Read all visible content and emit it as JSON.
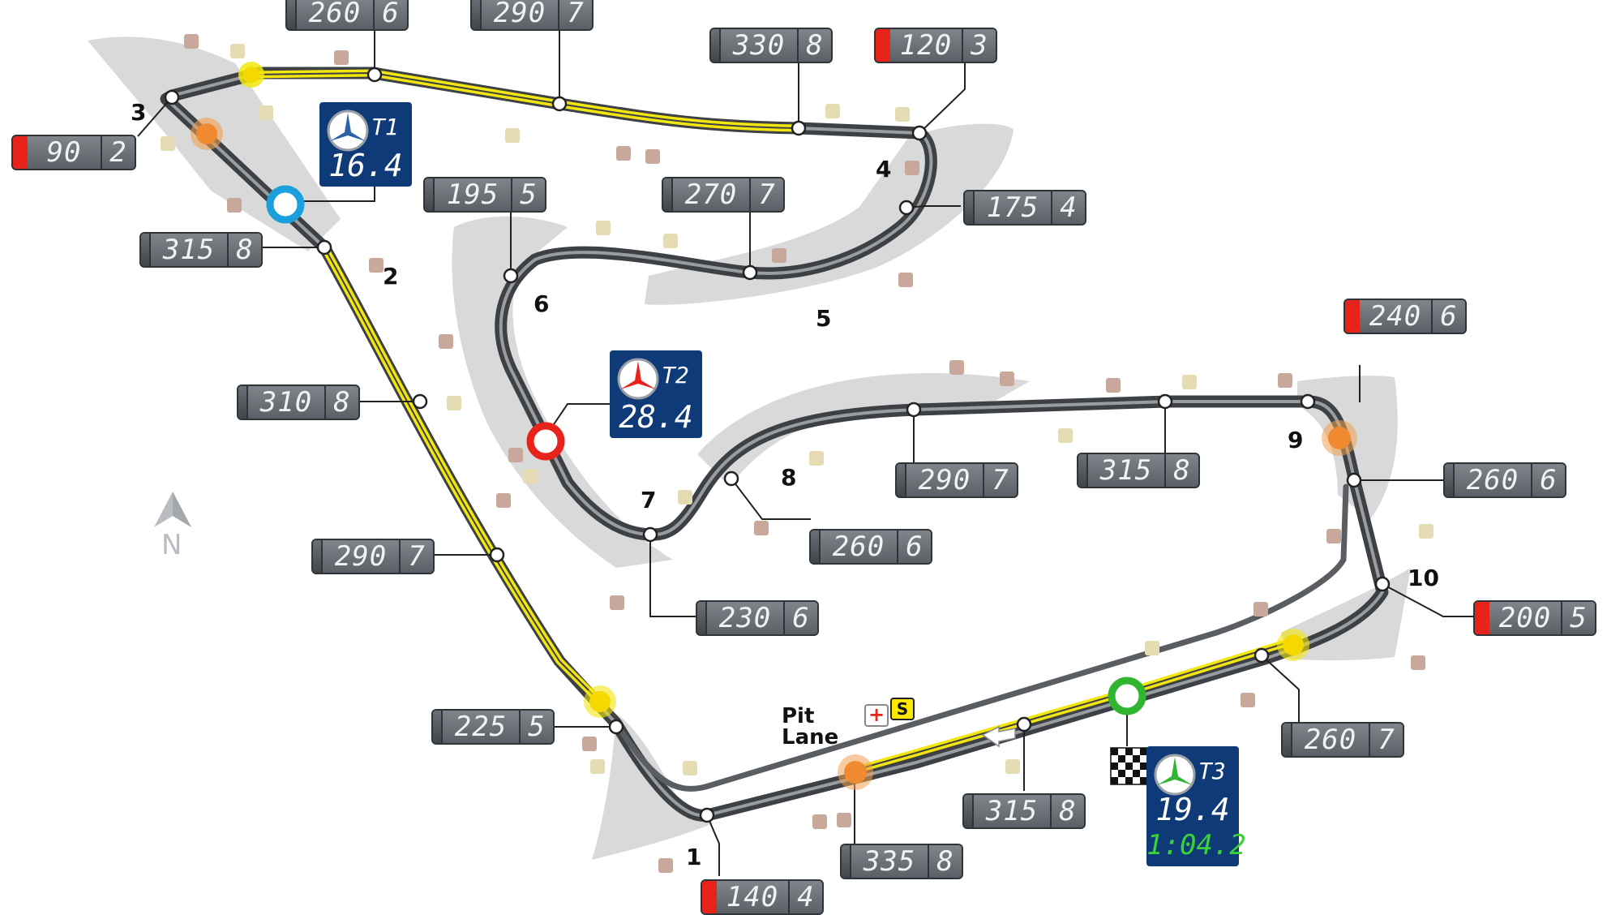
{
  "colors": {
    "track": "#4b4e52",
    "drs": "#f2e60e",
    "runoff": "#d9d9d9",
    "marker": "#c9a89c",
    "marker_alt": "#e6dcb4",
    "sector_bg": "#0f3a78",
    "braking": "#e8231c",
    "t1_ring": "#1aa0dc",
    "t2_ring": "#e8231c",
    "t3_ring": "#2fb52f",
    "drs_detect": "#f2e60e",
    "drs_zone": "#f0a050"
  },
  "turns": [
    "1",
    "2",
    "3",
    "4",
    "5",
    "6",
    "7",
    "8",
    "9",
    "10"
  ],
  "speed_boxes": [
    {
      "speed": "260",
      "gear": "6",
      "braking": false
    },
    {
      "speed": "290",
      "gear": "7",
      "braking": false
    },
    {
      "speed": "330",
      "gear": "8",
      "braking": false
    },
    {
      "speed": "120",
      "gear": "3",
      "braking": true
    },
    {
      "speed": "90",
      "gear": "2",
      "braking": true
    },
    {
      "speed": "195",
      "gear": "5",
      "braking": false
    },
    {
      "speed": "270",
      "gear": "7",
      "braking": false
    },
    {
      "speed": "175",
      "gear": "4",
      "braking": false
    },
    {
      "speed": "315",
      "gear": "8",
      "braking": false
    },
    {
      "speed": "240",
      "gear": "6",
      "braking": true
    },
    {
      "speed": "310",
      "gear": "8",
      "braking": false
    },
    {
      "speed": "290",
      "gear": "7",
      "braking": false
    },
    {
      "speed": "315",
      "gear": "8",
      "braking": false
    },
    {
      "speed": "260",
      "gear": "6",
      "braking": false
    },
    {
      "speed": "260",
      "gear": "6",
      "braking": false
    },
    {
      "speed": "290",
      "gear": "7",
      "braking": false
    },
    {
      "speed": "230",
      "gear": "6",
      "braking": false
    },
    {
      "speed": "200",
      "gear": "5",
      "braking": true
    },
    {
      "speed": "225",
      "gear": "5",
      "braking": false
    },
    {
      "speed": "260",
      "gear": "7",
      "braking": false
    },
    {
      "speed": "315",
      "gear": "8",
      "braking": false
    },
    {
      "speed": "335",
      "gear": "8",
      "braking": false
    },
    {
      "speed": "140",
      "gear": "4",
      "braking": true
    }
  ],
  "sectors": [
    {
      "label": "T1",
      "time": "16.4"
    },
    {
      "label": "T2",
      "time": "28.4"
    },
    {
      "label": "T3",
      "time": "19.4",
      "lap_time": "1:04.2"
    }
  ],
  "pit_lane": {
    "line1": "Pit",
    "line2": "Lane",
    "icon": "medical-cross-icon",
    "safety_badge": "S"
  },
  "compass": {
    "label": "N",
    "icon": "north-arrow-icon"
  }
}
